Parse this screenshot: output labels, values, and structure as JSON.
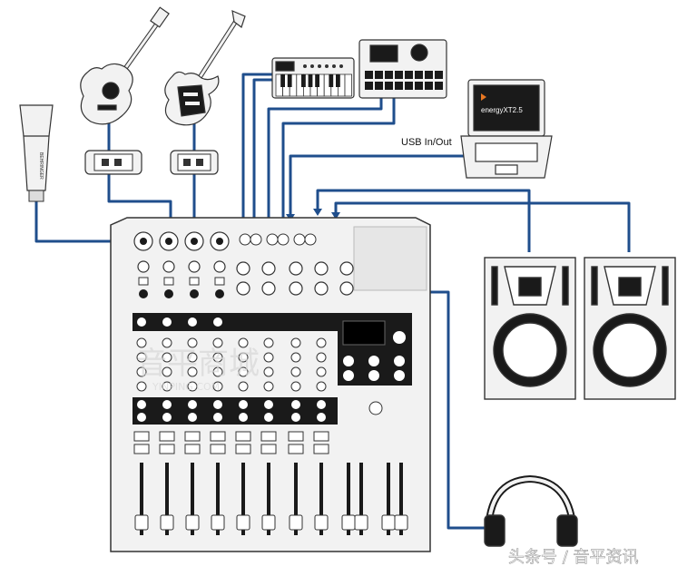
{
  "diagram": {
    "usb_label": "USB In/Out",
    "laptop_brand": "energyXT2.5",
    "footer_watermark": "头条号 / 音平资讯",
    "center_watermark": "音平商城",
    "watermark_sub": "YINPING.COM",
    "mic_brand": "BEHRINGER"
  },
  "colors": {
    "cable": "#1f4e8c",
    "device_fill": "#f2f2f2",
    "device_stroke": "#333333",
    "dark_panel": "#1a1a1a"
  }
}
